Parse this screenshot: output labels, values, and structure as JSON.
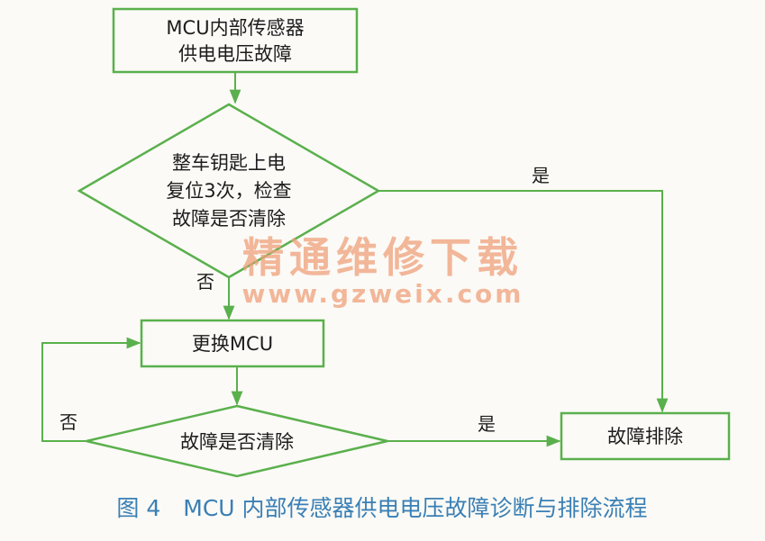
{
  "diagram": {
    "nodes": {
      "start": {
        "lines": [
          "MCU内部传感器",
          "供电电压故障"
        ]
      },
      "check1": {
        "lines": [
          "整车钥匙上电",
          "复位3次，检查",
          "故障是否清除"
        ]
      },
      "replace": {
        "lines": [
          "更换MCU"
        ]
      },
      "check2": {
        "lines": [
          "故障是否清除"
        ]
      },
      "end": {
        "lines": [
          "故障排除"
        ]
      }
    },
    "edges": {
      "check1_yes": "是",
      "check1_no": "否",
      "check2_yes": "是",
      "check2_no": "否"
    },
    "colors": {
      "stroke": "#5ab04c",
      "text": "#1c1c1c",
      "caption": "#3a7fb5",
      "watermark": "#f0a07a"
    }
  },
  "watermark": {
    "cn": "精通维修下载",
    "url": "www.gzweix.com"
  },
  "caption": "图 4　MCU 内部传感器供电电压故障诊断与排除流程"
}
